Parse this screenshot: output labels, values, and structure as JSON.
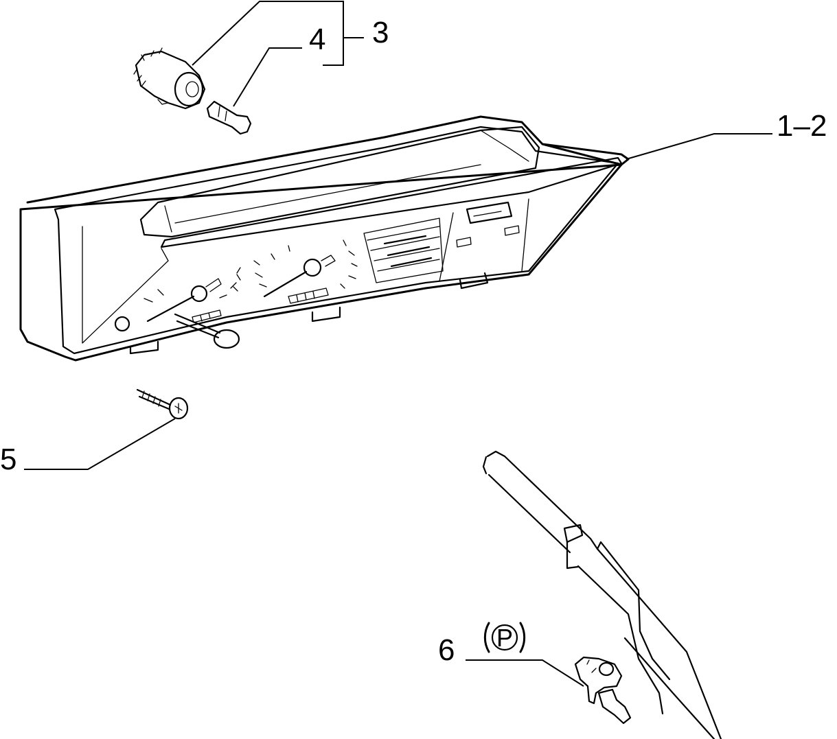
{
  "callouts": {
    "c1_2": "1–2",
    "c3": "3",
    "c4": "4",
    "c5": "5",
    "c6": "6",
    "parking_symbol": "P"
  }
}
